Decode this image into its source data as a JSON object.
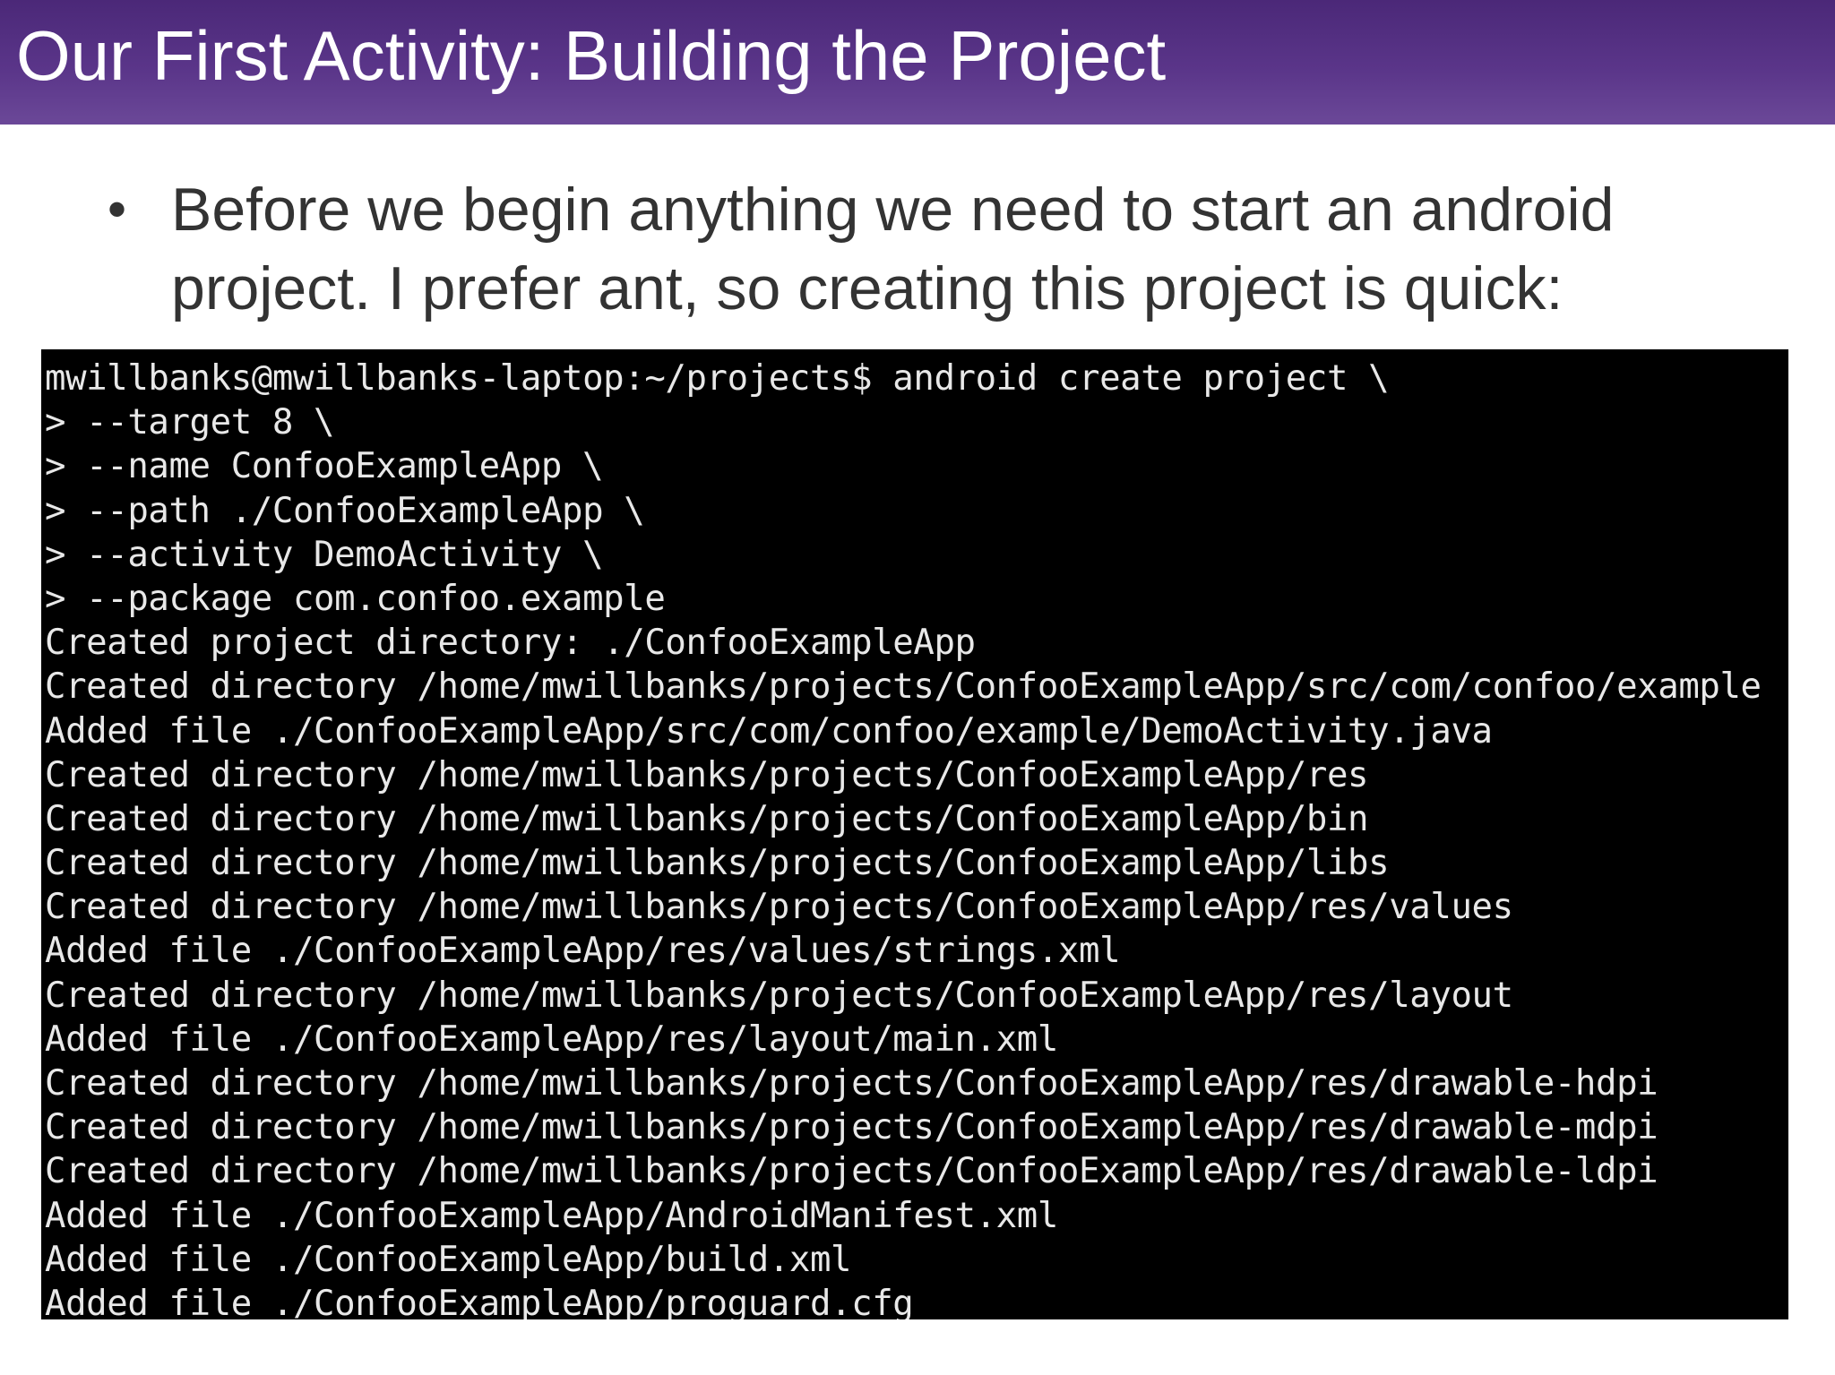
{
  "slide": {
    "title": "Our First Activity: Building the Project",
    "bullet": {
      "marker": "•",
      "lines": [
        "Before we begin anything we need to start an android",
        "project.  I prefer ant, so creating this project is quick:"
      ]
    }
  },
  "terminal": {
    "lines": [
      "mwillbanks@mwillbanks-laptop:~/projects$ android create project \\",
      "> --target 8 \\",
      "> --name ConfooExampleApp \\",
      "> --path ./ConfooExampleApp \\",
      "> --activity DemoActivity \\",
      "> --package com.confoo.example",
      "Created project directory: ./ConfooExampleApp",
      "Created directory /home/mwillbanks/projects/ConfooExampleApp/src/com/confoo/example",
      "Added file ./ConfooExampleApp/src/com/confoo/example/DemoActivity.java",
      "Created directory /home/mwillbanks/projects/ConfooExampleApp/res",
      "Created directory /home/mwillbanks/projects/ConfooExampleApp/bin",
      "Created directory /home/mwillbanks/projects/ConfooExampleApp/libs",
      "Created directory /home/mwillbanks/projects/ConfooExampleApp/res/values",
      "Added file ./ConfooExampleApp/res/values/strings.xml",
      "Created directory /home/mwillbanks/projects/ConfooExampleApp/res/layout",
      "Added file ./ConfooExampleApp/res/layout/main.xml",
      "Created directory /home/mwillbanks/projects/ConfooExampleApp/res/drawable-hdpi",
      "Created directory /home/mwillbanks/projects/ConfooExampleApp/res/drawable-mdpi",
      "Created directory /home/mwillbanks/projects/ConfooExampleApp/res/drawable-ldpi",
      "Added file ./ConfooExampleApp/AndroidManifest.xml",
      "Added file ./ConfooExampleApp/build.xml",
      "Added file ./ConfooExampleApp/proguard.cfg"
    ]
  },
  "colors": {
    "title_bar": "#5a3589",
    "title_text": "#ffffff",
    "body_text": "#333333",
    "terminal_bg": "#000000",
    "terminal_text": "#e8e8e8"
  }
}
